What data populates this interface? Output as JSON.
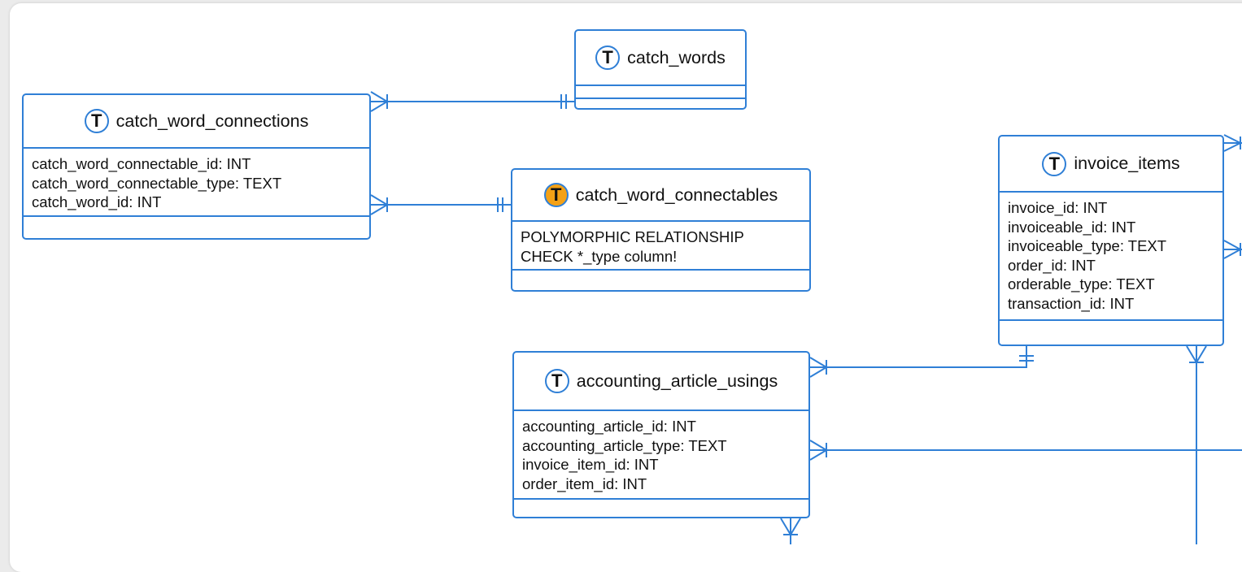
{
  "tables": {
    "catch_words": {
      "name": "catch_words",
      "badge": "T",
      "fields": []
    },
    "catch_word_connections": {
      "name": "catch_word_connections",
      "badge": "T",
      "fields": [
        "catch_word_connectable_id: INT",
        "catch_word_connectable_type: TEXT",
        "catch_word_id: INT"
      ]
    },
    "catch_word_connectables": {
      "name": "catch_word_connectables",
      "badge": "T",
      "polymorphic": true,
      "fields": [
        "POLYMORPHIC RELATIONSHIP",
        "CHECK *_type column!"
      ]
    },
    "invoice_items": {
      "name": "invoice_items",
      "badge": "T",
      "fields": [
        "invoice_id: INT",
        "invoiceable_id: INT",
        "invoiceable_type: TEXT",
        "order_id: INT",
        "orderable_type: TEXT",
        "transaction_id: INT"
      ]
    },
    "accounting_article_usings": {
      "name": "accounting_article_usings",
      "badge": "T",
      "fields": [
        "accounting_article_id: INT",
        "accounting_article_type: TEXT",
        "invoice_item_id: INT",
        "order_item_id: INT"
      ]
    }
  },
  "relationships": [
    {
      "from": "catch_word_connections",
      "to": "catch_words",
      "from_cardinality": "one-or-many",
      "to_cardinality": "exactly-one"
    },
    {
      "from": "catch_word_connections",
      "to": "catch_word_connectables",
      "from_cardinality": "one-or-many",
      "to_cardinality": "exactly-one"
    },
    {
      "from": "accounting_article_usings",
      "to": "invoice_items",
      "from_cardinality": "one-or-many",
      "to_cardinality": "exactly-one"
    },
    {
      "from": "accounting_article_usings",
      "to": "off-screen",
      "from_cardinality": "one-or-many"
    },
    {
      "from": "invoice_items",
      "to": "off-screen",
      "from_cardinality": "one-or-many"
    },
    {
      "from": "accounting_article_usings",
      "to": "off-screen",
      "from_cardinality": "one-or-many"
    }
  ],
  "colors": {
    "line": "#2f7fd6",
    "polymorphic_badge": "#f4a116",
    "canvas": "#ffffff",
    "background": "#ebebeb"
  }
}
